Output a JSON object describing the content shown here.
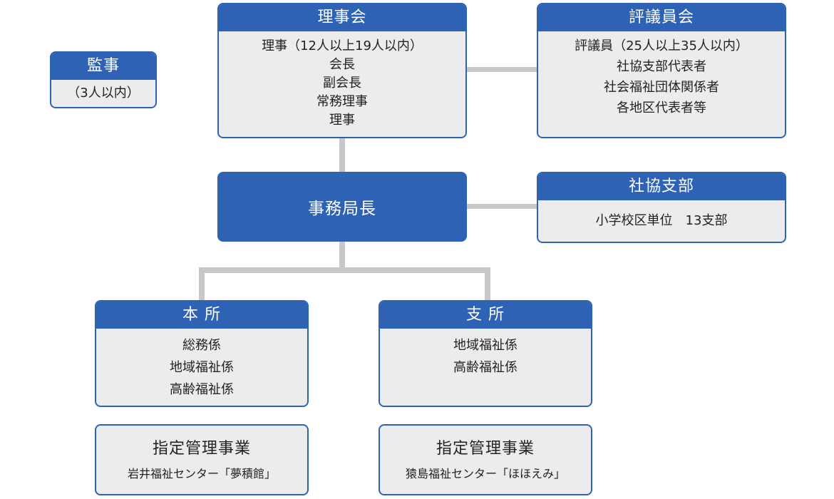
{
  "colors": {
    "accent": "#2e62b4",
    "box_fill": "#ececec",
    "connector": "#c8c8c8"
  },
  "auditor": {
    "title": "監事",
    "lines": [
      "（3人以内）"
    ]
  },
  "board": {
    "title": "理事会",
    "lines": [
      "理事（12人以上19人以内）",
      "会長",
      "副会長",
      "常務理事",
      "理事"
    ]
  },
  "council": {
    "title": "評議員会",
    "lines": [
      "評議員（25人以上35人以内）",
      "社協支部代表者",
      "社会福祉団体関係者",
      "各地区代表者等"
    ]
  },
  "director": {
    "title": "事務局長"
  },
  "branches": {
    "title": "社協支部",
    "lines": [
      "小学校区単位　13支部"
    ]
  },
  "head_office": {
    "title": "本 所",
    "lines": [
      "総務係",
      "地域福祉係",
      "高齢福祉係"
    ]
  },
  "branch_office": {
    "title": "支 所",
    "lines": [
      "地域福祉係",
      "高齢福祉係"
    ]
  },
  "managed_1": {
    "title": "指定管理事業",
    "subtitle": "岩井福祉センター「夢積館」"
  },
  "managed_2": {
    "title": "指定管理事業",
    "subtitle": "猿島福祉センター「ほほえみ」"
  }
}
